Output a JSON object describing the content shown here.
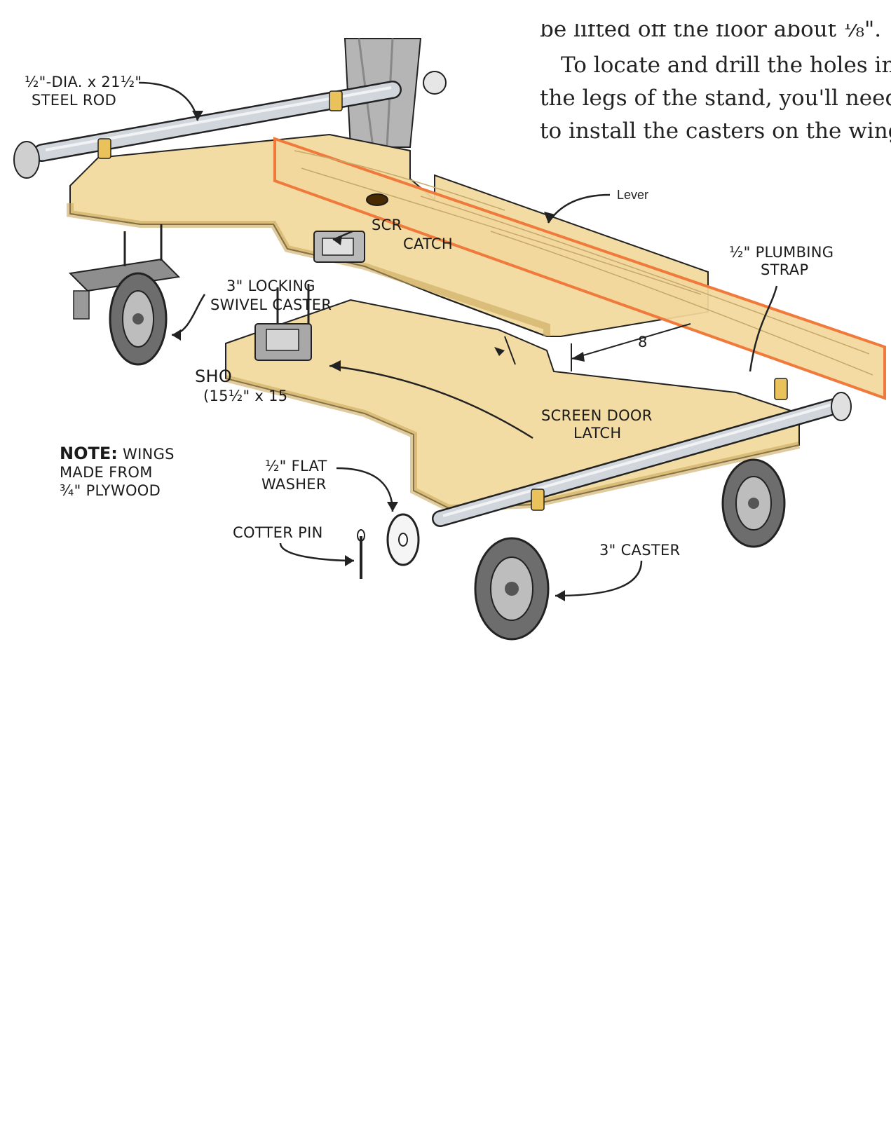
{
  "colors": {
    "plywood": "#f2dca3",
    "plywood_edge": "#d9b96a",
    "lever_fill": "#f3d79c",
    "lever_outline": "#ef7a3c",
    "rod": "#d0d6dc",
    "ink": "#1a1a1a",
    "wheel": "#6d6d6d"
  },
  "article_text": {
    "cut_line": "be lifted off the floor about ⅛\".",
    "line1": "To locate and drill the holes in",
    "line2": "the legs of the stand, you'll need",
    "line3": "to install the casters on the wings"
  },
  "labels": {
    "steel_rod_1": "½\"-DIA. x 21½\"",
    "steel_rod_2": "STEEL ROD",
    "lever": "Lever",
    "screen_catch_1": "SCR",
    "screen_catch_2": "CATCH",
    "plumbing_strap_1": "½\" PLUMBING",
    "plumbing_strap_2": "STRAP",
    "locking_caster_1": "3\" LOCKING",
    "locking_caster_2": "SWIVEL CASTER",
    "dimension": "8",
    "shop_label_1": "SHO",
    "shop_label_2": "(15½\" x 15",
    "screen_door_latch_1": "SCREEN DOOR",
    "screen_door_latch_2": "LATCH",
    "note_bold": "NOTE:",
    "note_1": "WINGS",
    "note_2": "MADE FROM",
    "note_3": "¾\" PLYWOOD",
    "flat_washer_1": "½\" FLAT",
    "flat_washer_2": "WASHER",
    "cotter_pin": "COTTER PIN",
    "caster": "3\" CASTER"
  }
}
